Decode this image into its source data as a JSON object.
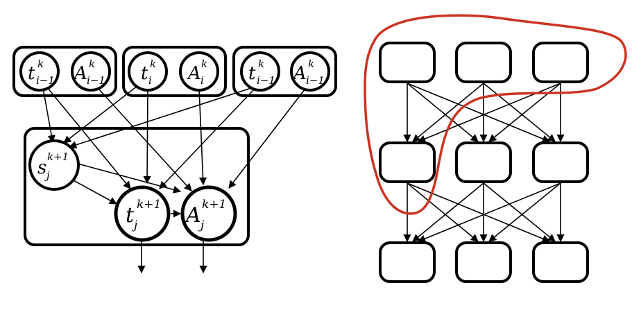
{
  "colors": {
    "stroke": "#000000",
    "background": "#ffffff",
    "highlight": "#cc3322"
  },
  "left_graph": {
    "nodes": {
      "t_prev_a": {
        "base": "t",
        "sub": "i−1",
        "sup": "k"
      },
      "A_prev_a": {
        "base": "A",
        "sub": "i−1",
        "sup": "k"
      },
      "t_cur": {
        "base": "t",
        "sub": "i",
        "sup": "k"
      },
      "A_cur": {
        "base": "A",
        "sub": "i",
        "sup": "k"
      },
      "t_prev_b": {
        "base": "t",
        "sub": "i−1",
        "sup": "k"
      },
      "A_prev_b": {
        "base": "A",
        "sub": "i−1",
        "sup": "k"
      },
      "s_next": {
        "base": "s",
        "sub": "j",
        "sup": "k+1"
      },
      "t_next": {
        "base": "t",
        "sub": "j",
        "sup": "k+1"
      },
      "A_next": {
        "base": "A",
        "sub": "j",
        "sup": "k+1"
      }
    },
    "edges": [
      [
        "t_prev_a",
        "s_next"
      ],
      [
        "t_prev_a",
        "t_next"
      ],
      [
        "A_prev_a",
        "A_next"
      ],
      [
        "t_cur",
        "s_next"
      ],
      [
        "t_cur",
        "t_next"
      ],
      [
        "A_cur",
        "A_next"
      ],
      [
        "t_prev_b",
        "s_next"
      ],
      [
        "t_prev_b",
        "t_next"
      ],
      [
        "A_prev_b",
        "A_next"
      ],
      [
        "s_next",
        "t_next"
      ],
      [
        "s_next",
        "A_next"
      ],
      [
        "t_next",
        "A_next"
      ]
    ]
  },
  "right_graph": {
    "rows": 3,
    "cols": 3,
    "fully_connected_between_layers": true,
    "highlighted_region": "top row plus first node of middle row"
  }
}
